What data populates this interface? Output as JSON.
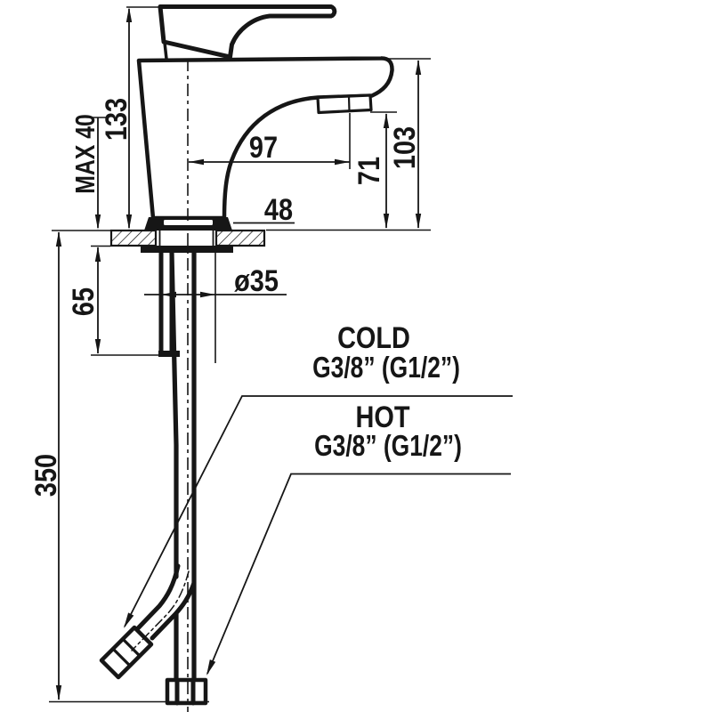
{
  "colors": {
    "ink": "#161616",
    "background": "#ffffff"
  },
  "dims": {
    "total_height": "133",
    "max_counter_thickness": "MAX 40",
    "shank_length": "65",
    "hose_length": "350",
    "spout_reach": "97",
    "base_width": "48",
    "hole_diameter": "ø35",
    "spout_height": "71",
    "top_height": "103"
  },
  "connections": {
    "cold_label": "COLD",
    "cold_thread": "G3/8” (G1/2”)",
    "hot_label": "HOT",
    "hot_thread": "G3/8” (G1/2”)"
  }
}
